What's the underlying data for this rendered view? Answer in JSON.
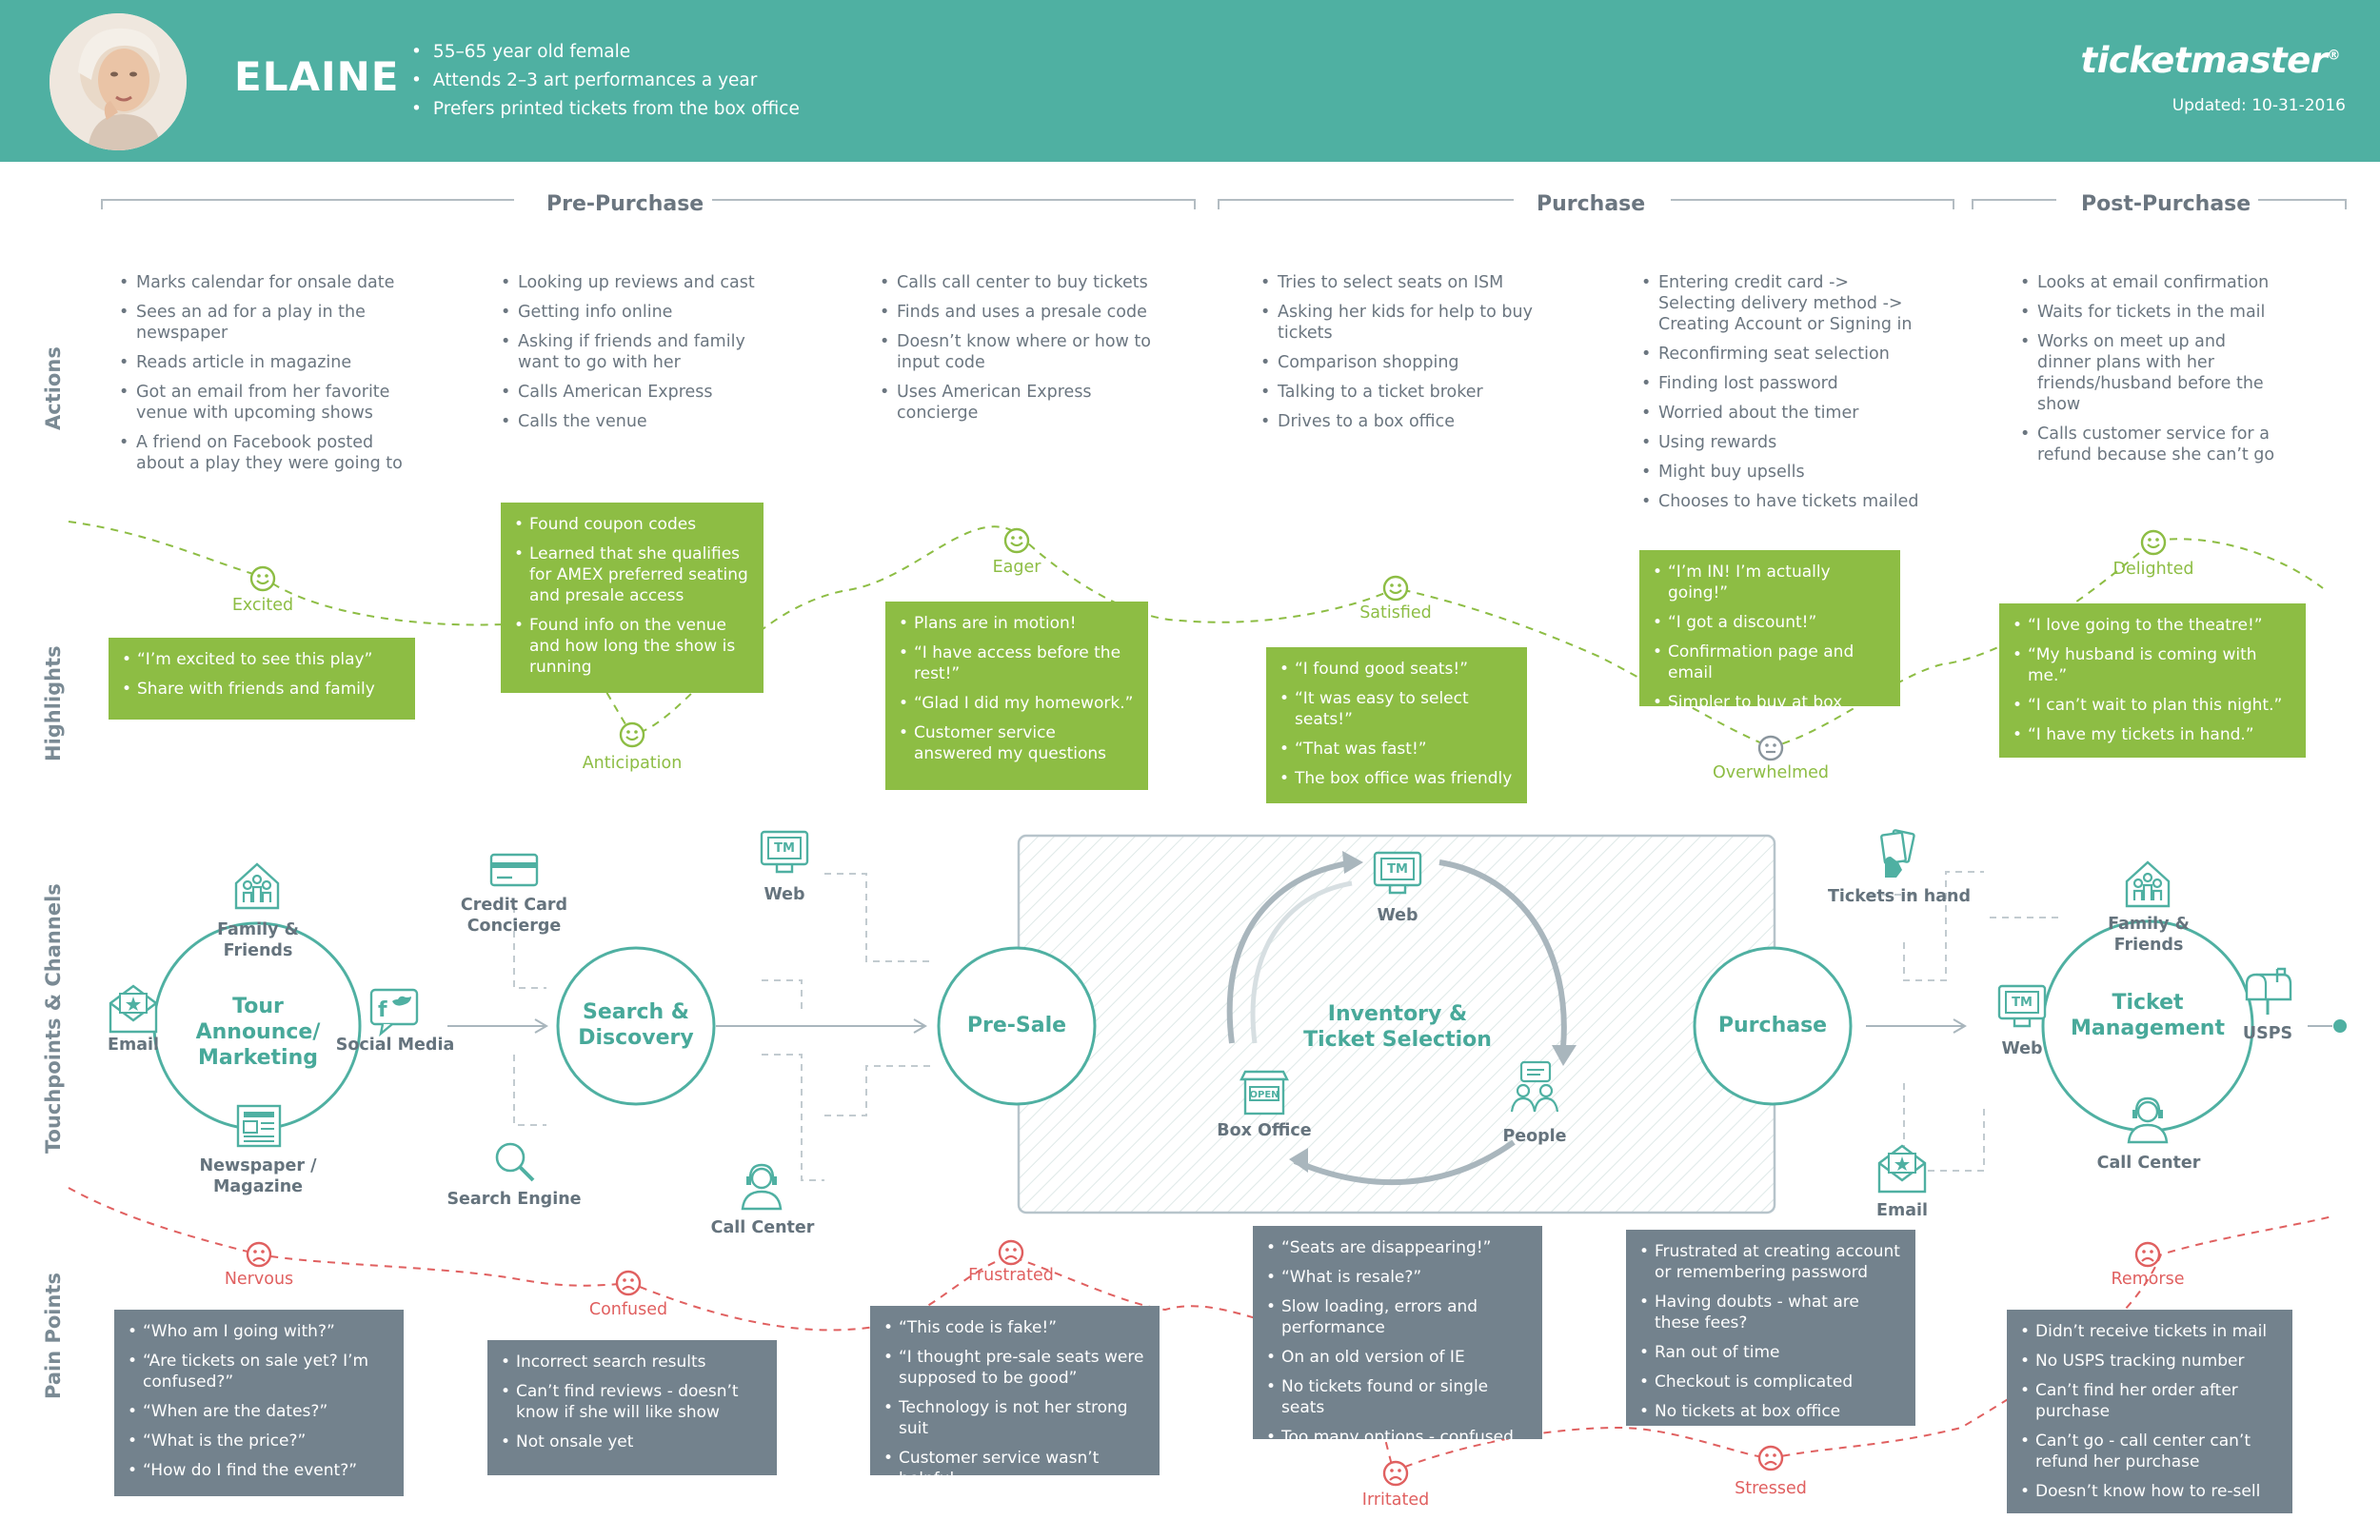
{
  "persona": {
    "name": "ELAINE",
    "traits": [
      "55–65 year old female",
      "Attends 2–3 art performances a year",
      "Prefers printed tickets from the box office"
    ]
  },
  "brand": {
    "logo": "ticketmaster",
    "mark": "®",
    "updated": "Updated: 10-31-2016"
  },
  "phases": [
    "Pre-Purchase",
    "Purchase",
    "Post-Purchase"
  ],
  "row_labels": {
    "actions": "Actions",
    "highlights": "Highlights",
    "touchpoints": "Touchpoints & Channels",
    "pain_points": "Pain Points"
  },
  "actions": [
    [
      "Marks calendar for onsale date",
      "Sees an ad for a play in the newspaper",
      "Reads article in magazine",
      "Got an email from her favorite venue with upcoming shows",
      "A friend on Facebook posted about a play they were going to"
    ],
    [
      "Looking up reviews and cast",
      "Getting info online",
      "Asking if friends and family want to go with her",
      "Calls American Express",
      "Calls the venue"
    ],
    [
      "Calls call center to buy tickets",
      "Finds and uses a presale code",
      "Doesn’t know where or how to input code",
      "Uses American Express concierge"
    ],
    [
      "Tries to select seats on ISM",
      "Asking her kids for help to buy tickets",
      "Comparison shopping",
      "Talking to a ticket broker",
      "Drives to a box office"
    ],
    [
      "Entering credit card -> Selecting delivery method -> Creating Account or Signing in",
      "Reconfirming seat selection",
      "Finding lost password",
      "Worried about the timer",
      "Using rewards",
      "Might buy upsells",
      "Chooses to have tickets mailed"
    ],
    [
      "Looks at email confirmation",
      "Waits for tickets in the mail",
      "Works on meet up and dinner plans with her friends/husband before the show",
      "Calls customer service for a refund because she can’t go"
    ]
  ],
  "highlights": [
    {
      "emotion": "Excited",
      "items": [
        "“I’m excited to see this play”",
        "Share with friends and family"
      ]
    },
    {
      "emotion": "Anticipation",
      "items": [
        "Found coupon codes",
        "Learned that she qualifies for AMEX preferred seating and presale access",
        "Found info on the venue and how long the show is running"
      ]
    },
    {
      "emotion": "Eager",
      "items": [
        "Plans are in motion!",
        "“I have access before the rest!”",
        "“Glad I did my homework.”",
        "Customer service answered my questions"
      ]
    },
    {
      "emotion": "Satisfied",
      "items": [
        "“I found good seats!”",
        "“It was easy to select seats!”",
        "“That was fast!”",
        "The box office was friendly"
      ]
    },
    {
      "emotion": "Overwhelmed",
      "items": [
        "“I’m IN! I’m actually going!”",
        "“I got a discount!”",
        "Confirmation page and email",
        "Simpler to buy at box office"
      ]
    },
    {
      "emotion": "Delighted",
      "items": [
        "“I love going to the theatre!”",
        "“My husband is coming with me.”",
        "“I can’t wait to plan this night.”",
        "“I have my tickets in hand.”"
      ]
    }
  ],
  "touchpoints": {
    "tour_hub": "Tour Announce/ Marketing",
    "tour_family": "Family & Friends",
    "tour_email": "Email",
    "tour_social": "Social Media",
    "tour_news": "Newspaper / Magazine",
    "credit_card": "Credit Card Concierge",
    "search_hub": "Search & Discovery",
    "search_engine": "Search Engine",
    "web1": "Web",
    "call_center1": "Call Center",
    "presale_hub": "Pre-Sale",
    "inventory_hub": "Inventory & Ticket Selection",
    "inv_web": "Web",
    "inv_box": "Box Office",
    "inv_people": "People",
    "purchase_hub": "Purchase",
    "tickets_in_hand": "Tickets in hand",
    "email2": "Email",
    "ticket_hub": "Ticket Management",
    "tm_family": "Family & Friends",
    "tm_web": "Web",
    "tm_usps": "USPS",
    "tm_call": "Call Center",
    "tm_badge": "TM",
    "open_badge": "OPEN"
  },
  "pain_points": [
    {
      "emotion": "Nervous",
      "items": [
        "“Who am I going with?”",
        "“Are tickets on sale yet? I’m confused?”",
        "“When are the dates?”",
        "“What is the price?”",
        "“How do I find the event?”"
      ]
    },
    {
      "emotion": "Confused",
      "items": [
        "Incorrect search results",
        "Can’t find reviews - doesn’t know if she will like show",
        "Not onsale yet"
      ]
    },
    {
      "emotion": "Frustrated",
      "items": [
        "“This code is fake!”",
        "“I thought pre-sale seats were supposed to be good”",
        "Technology is not her strong suit",
        "Customer service wasn’t helpful"
      ]
    },
    {
      "emotion": "Irritated",
      "items": [
        "“Seats are disappearing!”",
        "“What is resale?”",
        "Slow loading, errors and performance",
        "On an old version of IE",
        "No tickets found or single seats",
        "Too many options - confused"
      ]
    },
    {
      "emotion": "Stressed",
      "items": [
        "Frustrated at creating account or remembering password",
        "Having doubts - what are these fees?",
        "Ran out of time",
        "Checkout is complicated",
        "No tickets at box office"
      ]
    },
    {
      "emotion": "Remorse",
      "items": [
        "Didn’t receive tickets in mail",
        "No USPS tracking number",
        "Can’t find her order after purchase",
        "Can’t go - call center can’t refund her purchase",
        "Doesn’t know how to re-sell"
      ]
    }
  ],
  "colors": {
    "teal": "#4fb0a2",
    "green": "#8dbd44",
    "gray_card": "#73828d",
    "red": "#e06060",
    "text": "#6b7680"
  }
}
